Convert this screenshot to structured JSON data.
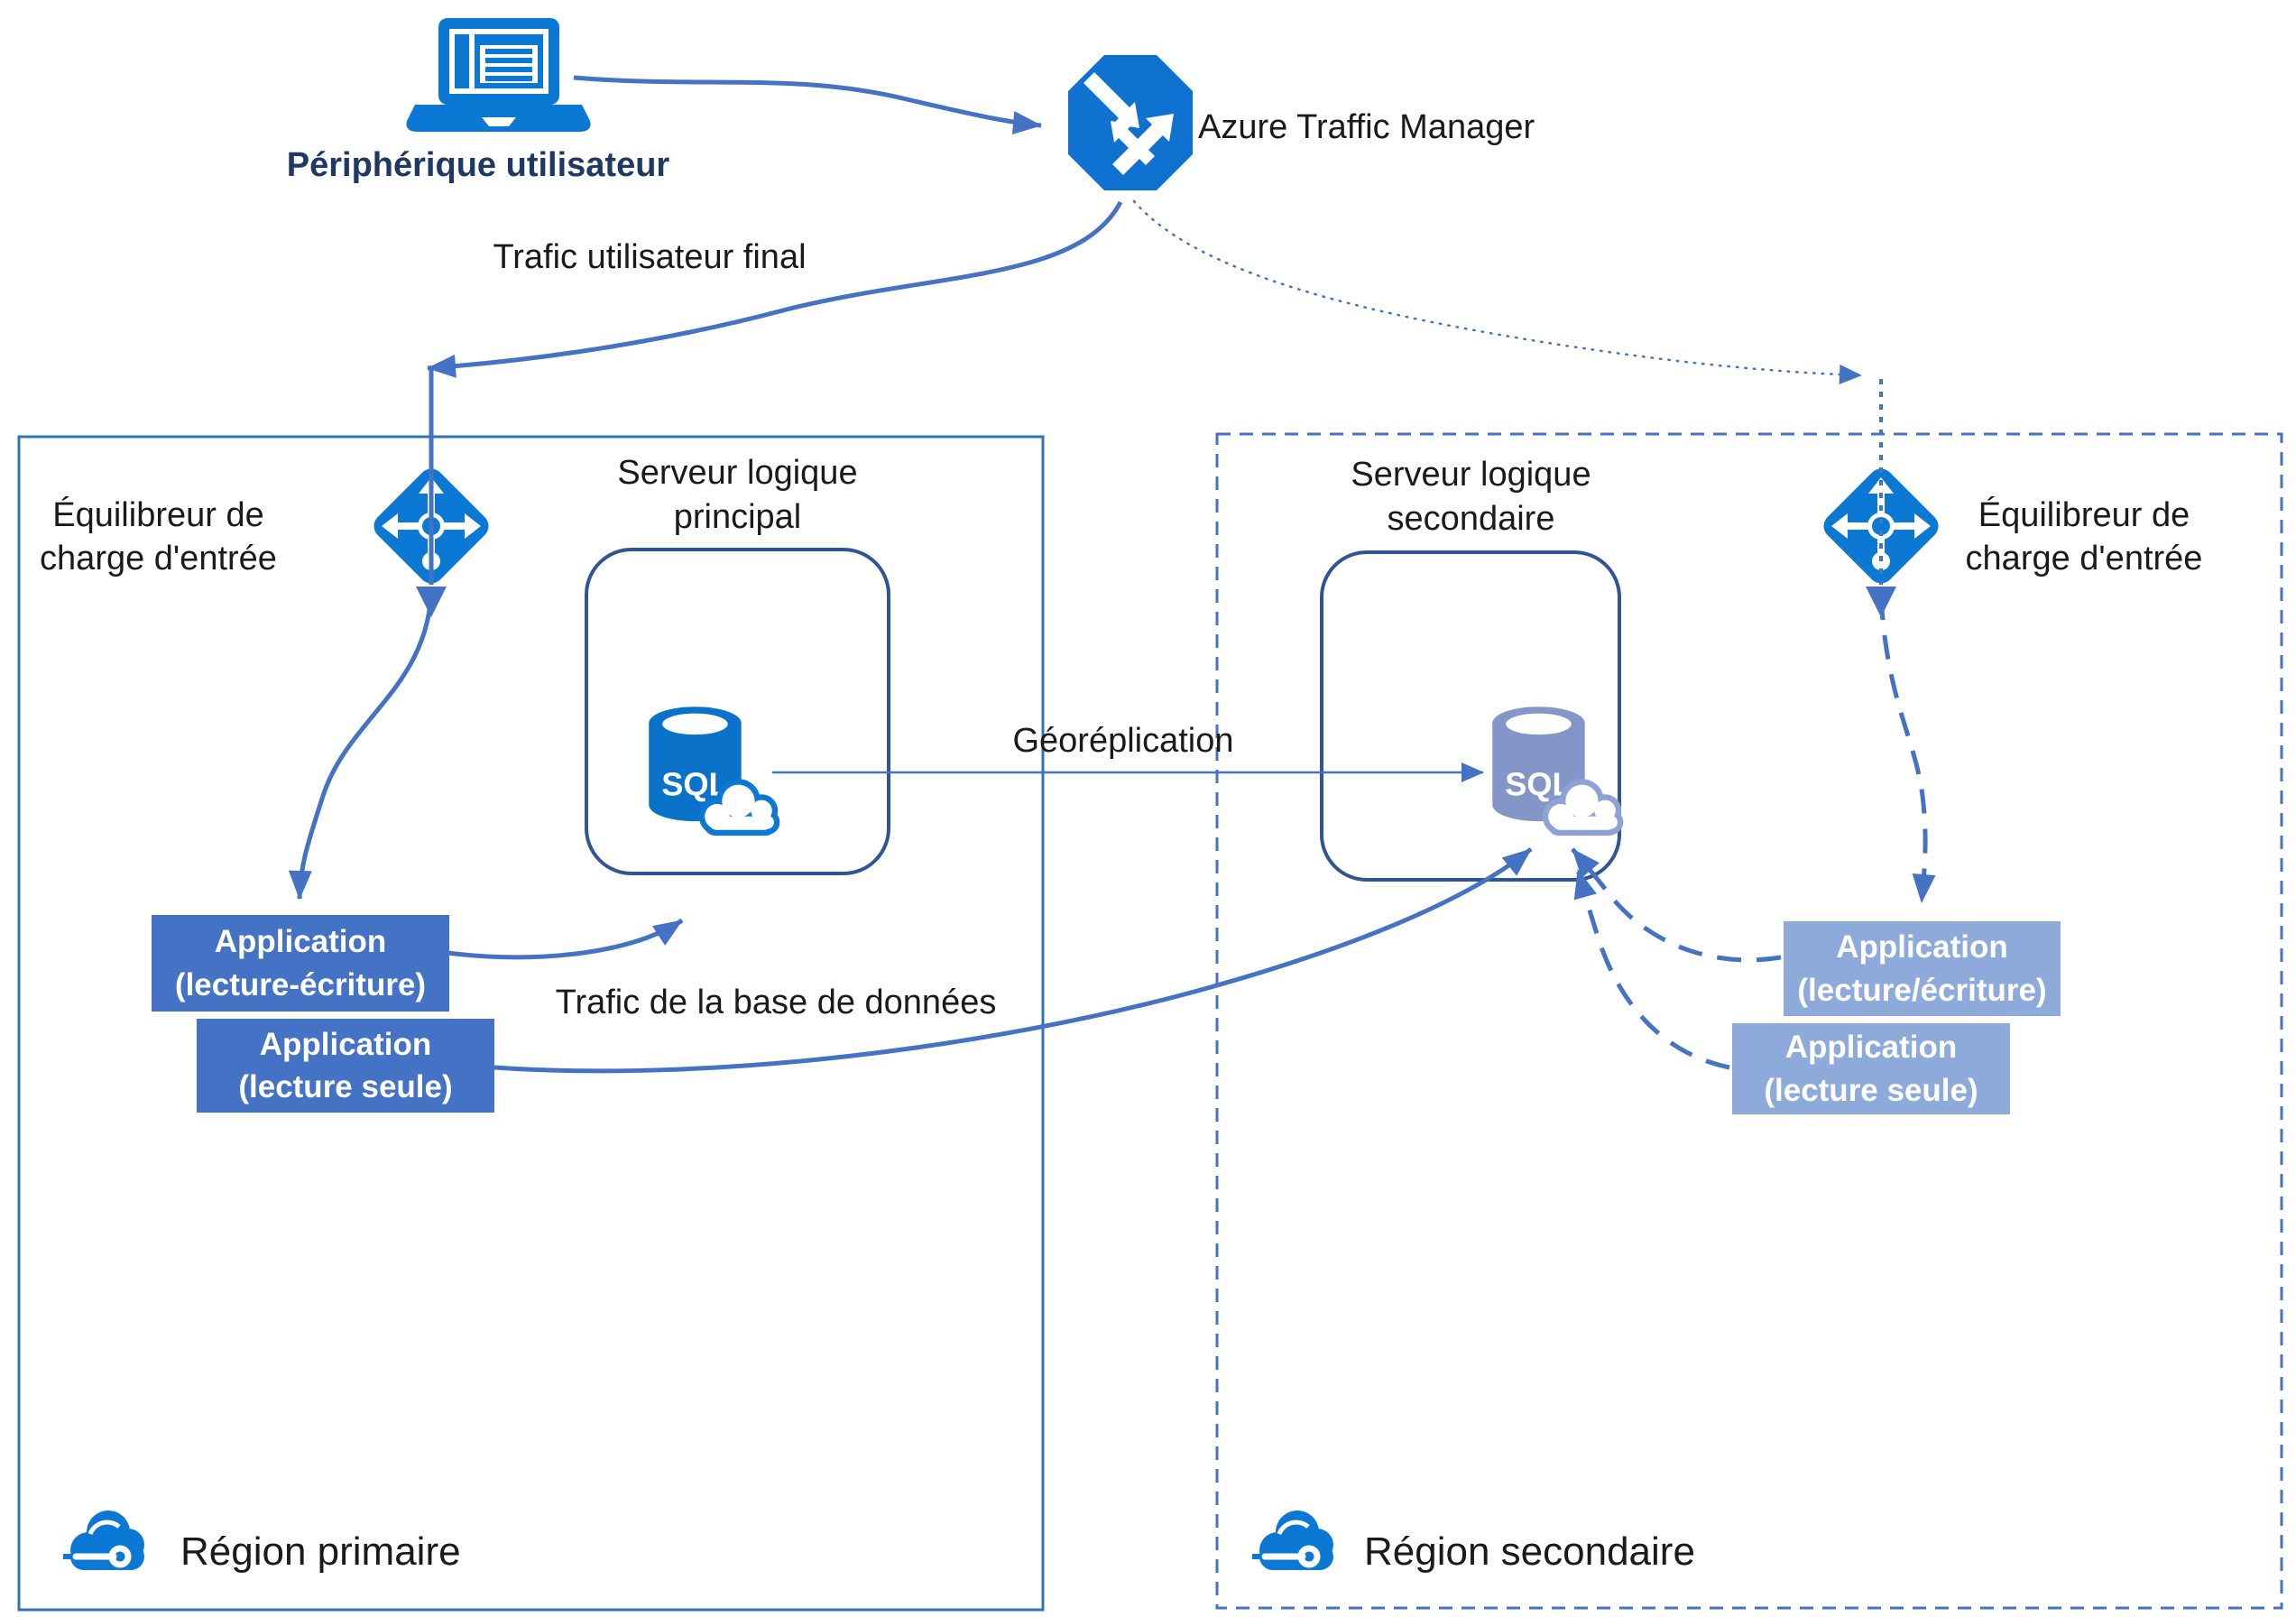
{
  "labels": {
    "user_device": "Périphérique utilisateur",
    "traffic_manager": "Azure Traffic Manager",
    "end_user_traffic": "Trafic utilisateur final",
    "georeplication": "Géoréplication",
    "database_traffic": "Trafic de la base de données"
  },
  "primary_region": {
    "name": "Région primaire",
    "load_balancer": {
      "line1": "Équilibreur de",
      "line2": "charge d'entrée"
    },
    "logical_server": {
      "line1": "Serveur logique",
      "line2": "principal",
      "sql_badge": "SQL"
    },
    "app_read_write": {
      "line1": "Application",
      "line2": "(lecture-écriture)"
    },
    "app_read_only": {
      "line1": "Application",
      "line2": "(lecture seule)"
    }
  },
  "secondary_region": {
    "name": "Région secondaire",
    "load_balancer": {
      "line1": "Équilibreur de",
      "line2": "charge d'entrée"
    },
    "logical_server": {
      "line1": "Serveur logique",
      "line2": "secondaire",
      "sql_badge": "SQL"
    },
    "app_read_write": {
      "line1": "Application",
      "line2": "(lecture/écriture)"
    },
    "app_read_only": {
      "line1": "Application",
      "line2": "(lecture seule)"
    }
  },
  "icons": {
    "user_device": "laptop-icon",
    "traffic_manager": "traffic-manager-octagon-icon",
    "load_balancer": "load-balancer-diamond-icon",
    "sql_server": "sql-database-cloud-icon",
    "region": "azure-cloud-icon"
  },
  "colors": {
    "icon_blue": "#0b79d4",
    "connector_blue": "#4472C4",
    "navy_text": "#1F3864",
    "app_primary_fill": "#4472C4",
    "app_secondary_fill": "#8EAADB",
    "server_box_border": "#2F5597",
    "primary_region_border": "#2E75B6",
    "secondary_sql_fill": "#8496C8"
  }
}
